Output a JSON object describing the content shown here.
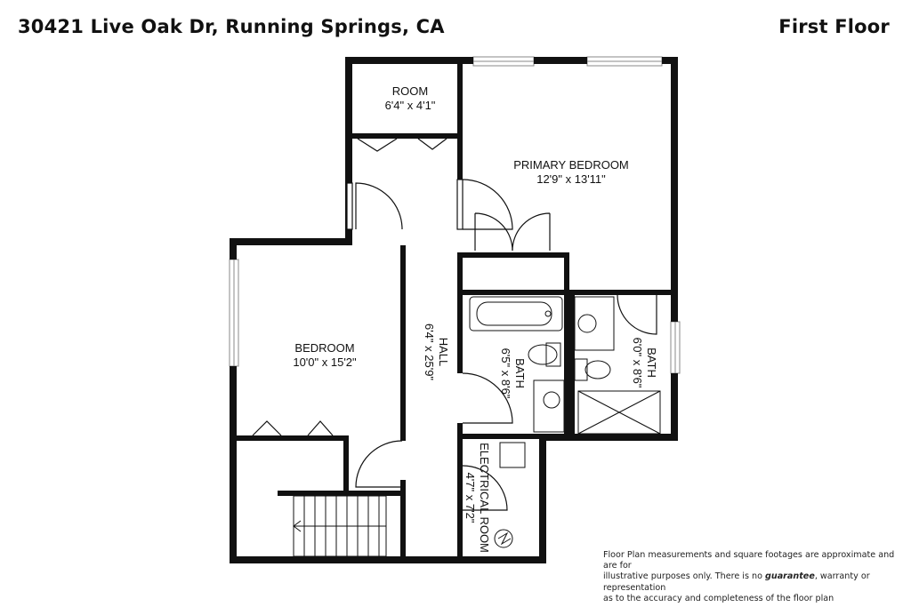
{
  "header": {
    "address": "30421 Live Oak Dr, Running Springs, CA",
    "floor": "First Floor"
  },
  "rooms": {
    "room": {
      "name": "ROOM",
      "dims": "6'4\" x 4'1\""
    },
    "primary_bedroom": {
      "name": "PRIMARY BEDROOM",
      "dims": "12'9\" x 13'11\""
    },
    "bedroom": {
      "name": "BEDROOM",
      "dims": "10'0\" x 15'2\""
    },
    "hall": {
      "name": "HALL",
      "dims": "6'4\" x 25'9\""
    },
    "bath_center": {
      "name": "BATH",
      "dims": "6'5\" x 8'6\""
    },
    "bath_right": {
      "name": "BATH",
      "dims": "6'0\" x 8'6\""
    },
    "electrical_room": {
      "name": "ELECTRICAL ROOM",
      "dims": "4'7\" x 7'2\""
    }
  },
  "disclaimer": {
    "line1": "Floor Plan measurements and square footages are approximate and are for",
    "line2a": "illustrative purposes only. There is no ",
    "line2b": "guarantee",
    "line2c": ", warranty or representation",
    "line3": "as to the accuracy and completeness of the floor plan"
  },
  "colors": {
    "wall": "#111111",
    "window": "#999999",
    "background": "#ffffff"
  }
}
